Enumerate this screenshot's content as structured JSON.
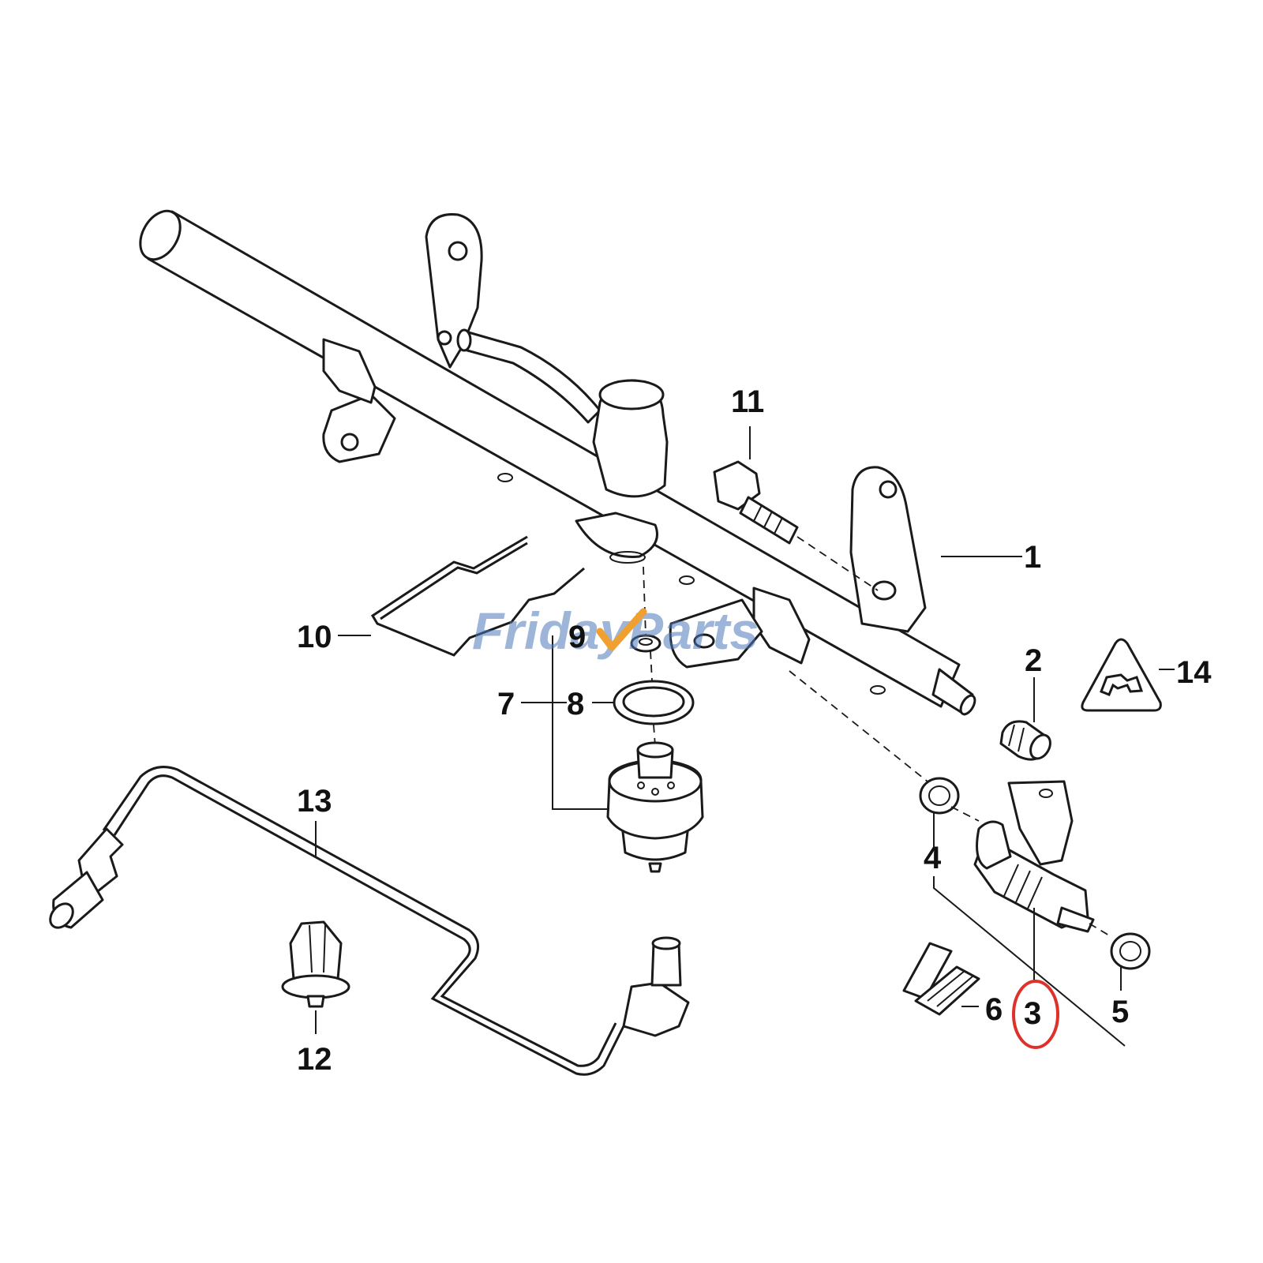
{
  "diagram": {
    "labels": [
      "1",
      "2",
      "3",
      "4",
      "5",
      "6",
      "7",
      "8",
      "9",
      "10",
      "11",
      "12",
      "13",
      "14"
    ],
    "highlighted_label": "3",
    "highlight_color": "#e0302a",
    "watermark": "FridayParts",
    "watermark_color": "#4a78b8",
    "watermark_accent_color": "#f0a030"
  }
}
